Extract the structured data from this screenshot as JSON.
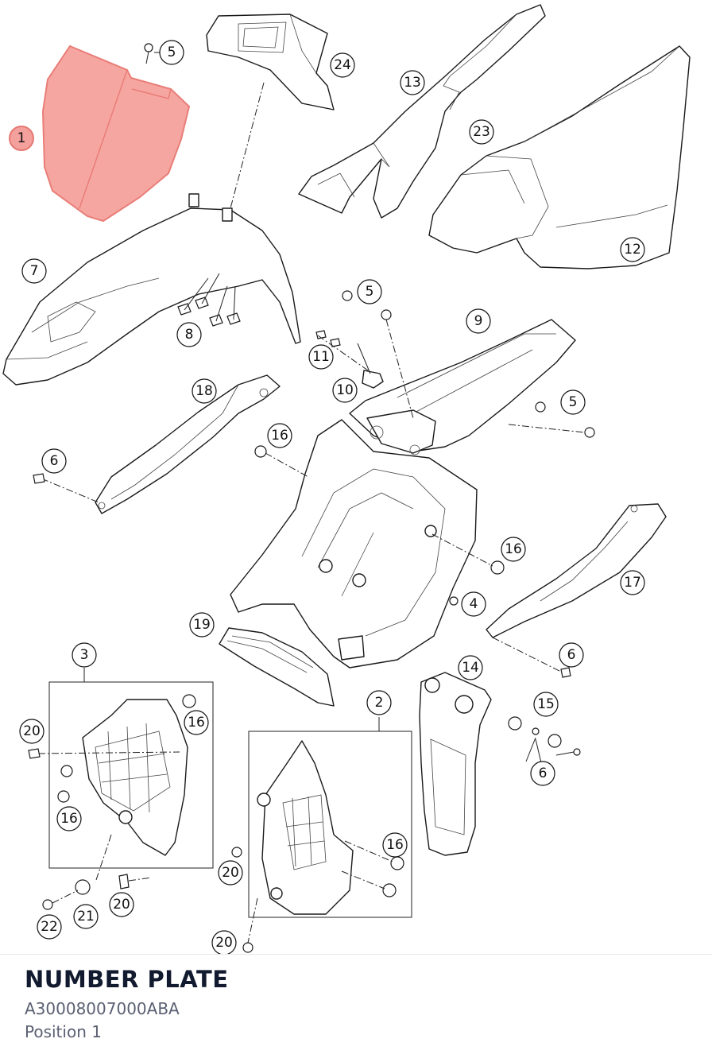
{
  "selected_part": {
    "name": "NUMBER PLATE",
    "number": "A30008007000ABA",
    "position": "Position 1",
    "highlight_color": "#f6a6a1"
  },
  "callouts": [
    {
      "id": "c1",
      "label": "1",
      "highlighted": true
    },
    {
      "id": "c5a",
      "label": "5"
    },
    {
      "id": "c24",
      "label": "24"
    },
    {
      "id": "c13",
      "label": "13"
    },
    {
      "id": "c23",
      "label": "23"
    },
    {
      "id": "c12",
      "label": "12"
    },
    {
      "id": "c7",
      "label": "7"
    },
    {
      "id": "c8",
      "label": "8"
    },
    {
      "id": "c5b",
      "label": "5"
    },
    {
      "id": "c9",
      "label": "9"
    },
    {
      "id": "c11",
      "label": "11"
    },
    {
      "id": "c10",
      "label": "10"
    },
    {
      "id": "c5c",
      "label": "5"
    },
    {
      "id": "c18",
      "label": "18"
    },
    {
      "id": "c16a",
      "label": "16"
    },
    {
      "id": "c6a",
      "label": "6"
    },
    {
      "id": "c16b",
      "label": "16"
    },
    {
      "id": "c17",
      "label": "17"
    },
    {
      "id": "c4",
      "label": "4"
    },
    {
      "id": "c19",
      "label": "19"
    },
    {
      "id": "c6b",
      "label": "6"
    },
    {
      "id": "c3",
      "label": "3"
    },
    {
      "id": "c14",
      "label": "14"
    },
    {
      "id": "c2",
      "label": "2"
    },
    {
      "id": "c15",
      "label": "15"
    },
    {
      "id": "c20a",
      "label": "20"
    },
    {
      "id": "c16c",
      "label": "16"
    },
    {
      "id": "c6c",
      "label": "6"
    },
    {
      "id": "c16d",
      "label": "16"
    },
    {
      "id": "c16e",
      "label": "16"
    },
    {
      "id": "c20b",
      "label": "20"
    },
    {
      "id": "c21",
      "label": "21"
    },
    {
      "id": "c20c",
      "label": "20"
    },
    {
      "id": "c22",
      "label": "22"
    },
    {
      "id": "c20d",
      "label": "20"
    }
  ]
}
